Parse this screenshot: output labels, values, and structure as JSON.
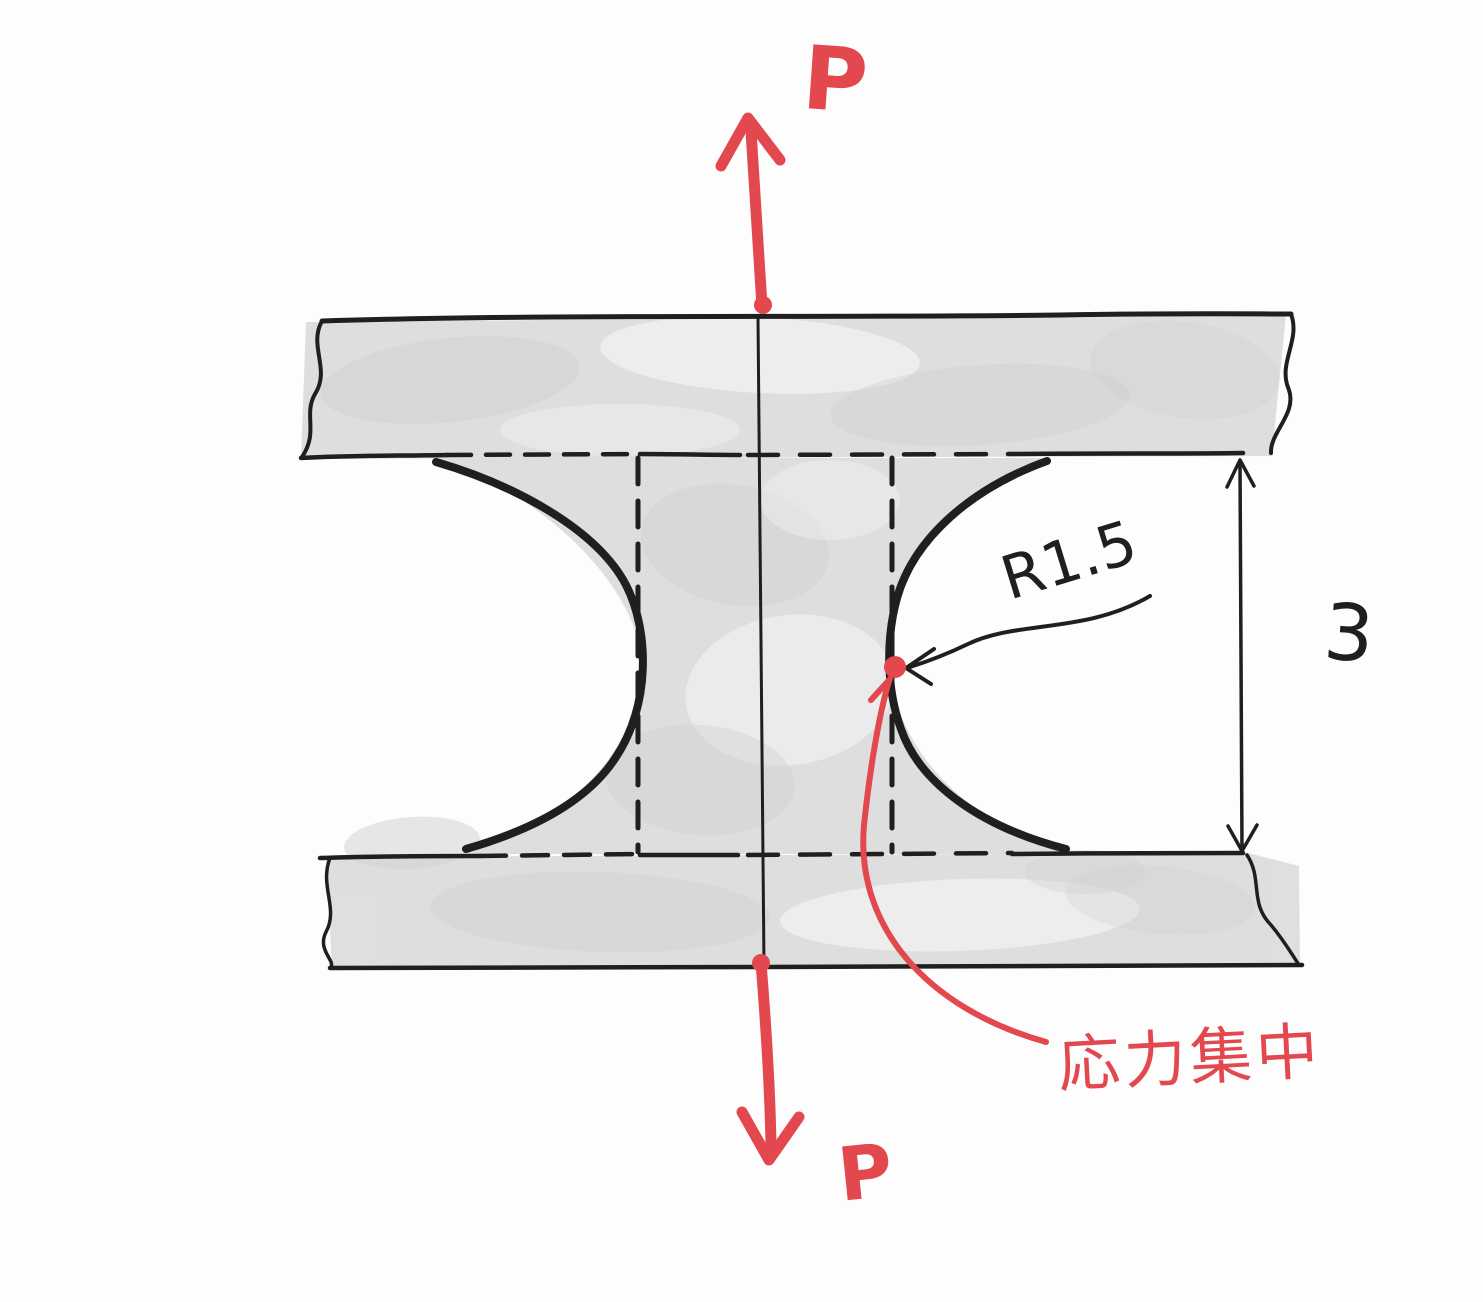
{
  "labels": {
    "load_top": "P",
    "load_bottom": "P",
    "notch_radius": "R1.5",
    "section_height": "3",
    "stress_note": "応力集中"
  },
  "colors": {
    "annotation_red": "#e2484e",
    "ink_black": "#1f1f1f",
    "material_gray": "#dcdcdc"
  }
}
